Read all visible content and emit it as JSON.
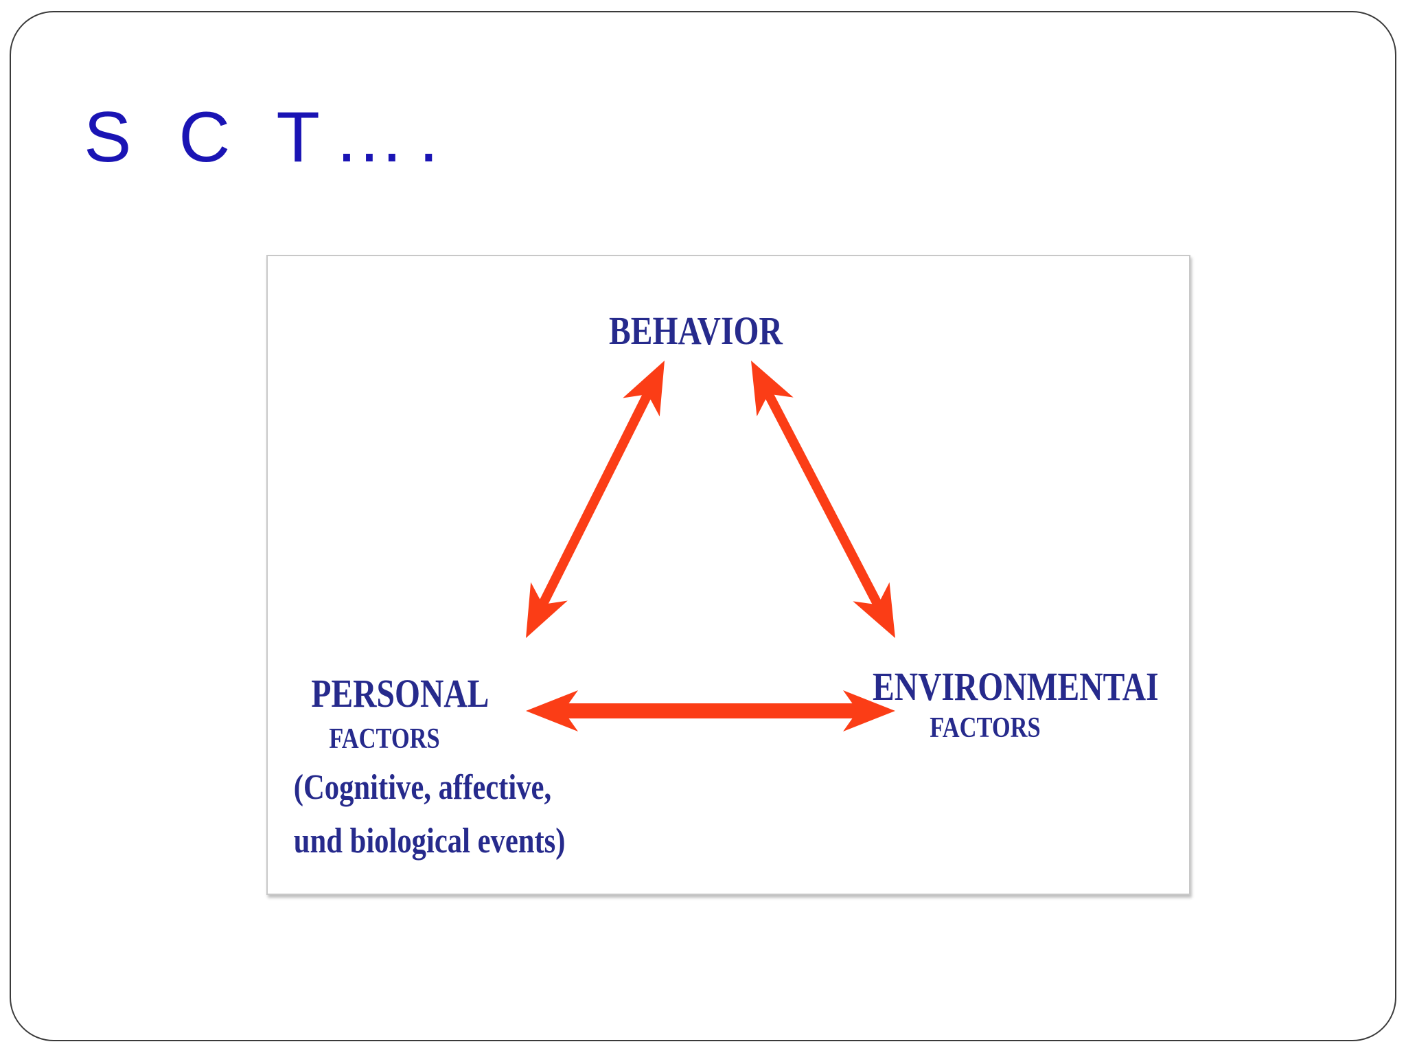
{
  "slide": {
    "title": "S C T….",
    "title_color": "#1a14b4"
  },
  "diagram": {
    "nodes": {
      "behavior": {
        "label": "BEHAVIOR"
      },
      "personal": {
        "label": "PERSONAL",
        "sublabel": "FACTORS",
        "description_line1": "(Cognitive, affective,",
        "description_line2": "und biological events)"
      },
      "environmental": {
        "label": "ENVIRONMENTAI",
        "sublabel": "FACTORS"
      }
    },
    "edges": [
      {
        "from": "personal",
        "to": "behavior",
        "direction": "bidirectional"
      },
      {
        "from": "behavior",
        "to": "environmental",
        "direction": "bidirectional"
      },
      {
        "from": "personal",
        "to": "environmental",
        "direction": "bidirectional"
      }
    ],
    "label_color": "#262a8c",
    "arrow_color": "#fb3d16"
  }
}
